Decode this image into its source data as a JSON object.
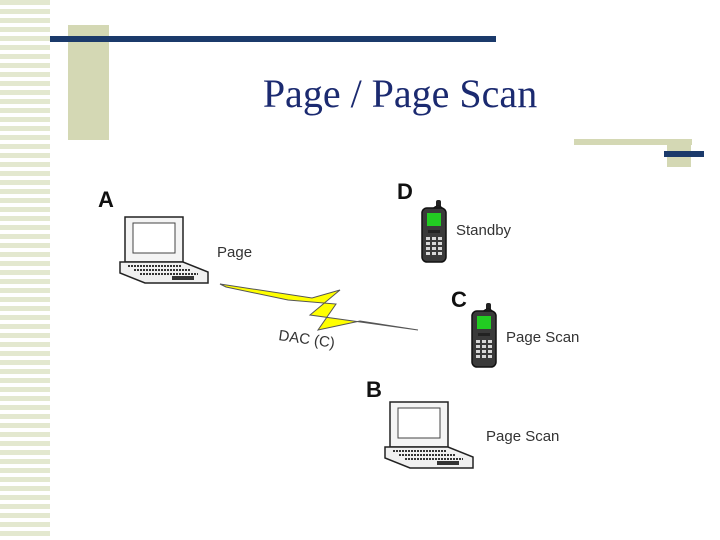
{
  "slide": {
    "title": "Page / Page Scan"
  },
  "diagram": {
    "device_a": {
      "label": "A",
      "state": "Page"
    },
    "device_b": {
      "label": "B",
      "state": "Page Scan"
    },
    "device_c": {
      "label": "C",
      "state": "Page Scan"
    },
    "device_d": {
      "label": "D",
      "state": "Standby"
    },
    "link_label": "DAC (C)"
  },
  "colors": {
    "title": "#1b2a70",
    "navy_bar": "#1b3a6b",
    "olive_block": "#d4d8b4",
    "stripe": "#e3e8cf",
    "lightning": "#ffff00",
    "phone_screen": "#22cc22"
  },
  "icons": [
    "laptop-icon",
    "mobile-phone-icon",
    "lightning-bolt-icon"
  ]
}
